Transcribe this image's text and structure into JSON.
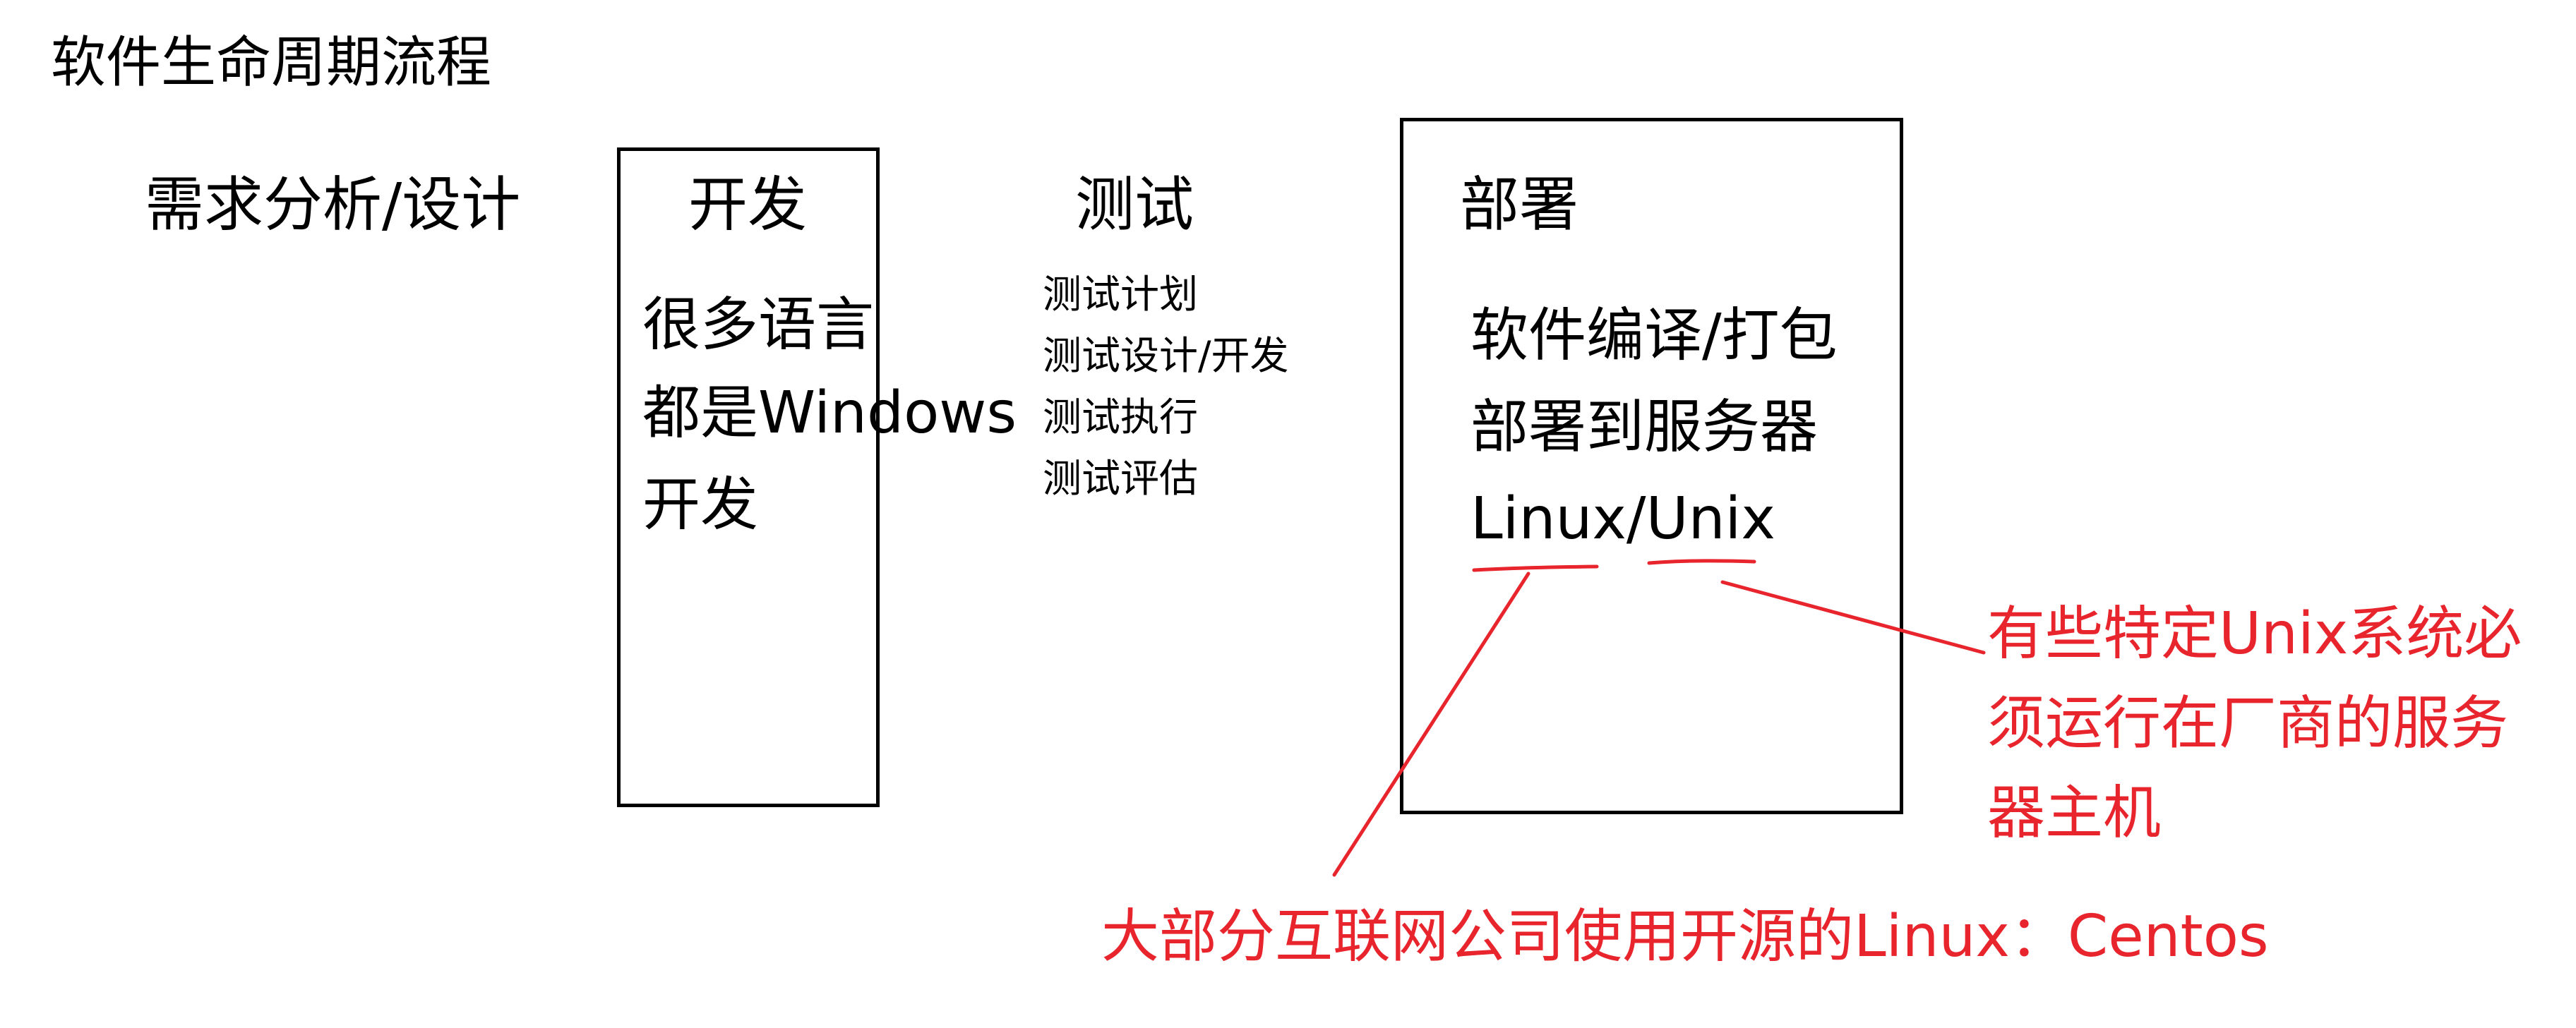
{
  "title": "软件生命周期流程",
  "stages": {
    "requirements": {
      "label": "需求分析/设计"
    },
    "development": {
      "label": "开发",
      "lines": [
        "很多语言",
        "都是Windows",
        "开发"
      ]
    },
    "testing": {
      "label": "测试",
      "items": [
        "测试计划",
        "测试设计/开发",
        "测试执行",
        "测试评估"
      ]
    },
    "deployment": {
      "label": "部署",
      "lines": [
        "软件编译/打包",
        "部署到服务器",
        "Linux/Unix"
      ]
    }
  },
  "annotations": {
    "unix_note": [
      "有些特定Unix系统必",
      "须运行在厂商的服务",
      "器主机"
    ],
    "linux_note": "大部分互联网公司使用开源的Linux：Centos"
  },
  "colors": {
    "annotation": "#e8242c",
    "text": "#000000",
    "border": "#000000"
  }
}
